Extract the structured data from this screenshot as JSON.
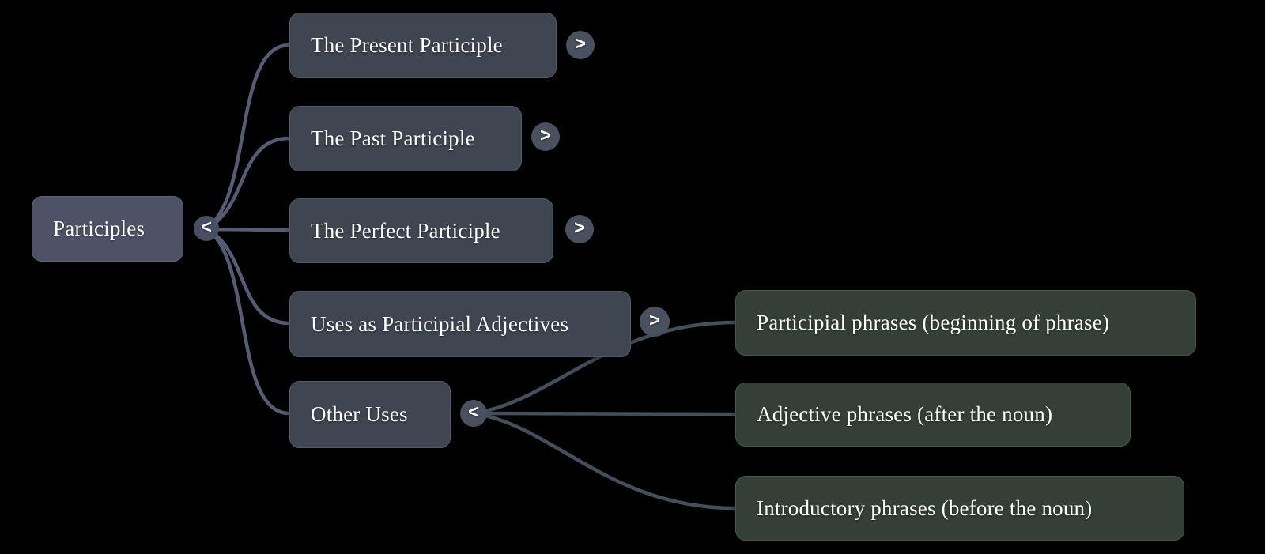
{
  "theme": {
    "background": "#000000",
    "root-fill": "#4f5267",
    "root-border": "#60647b",
    "root-button-fill": "#4a4e62",
    "child-fill": "#3f4652",
    "child-border": "#525a68",
    "child-button-fill": "#49515e",
    "leaf-fill": "#344037",
    "leaf-border": "#47564b",
    "edge-left": "#575c74",
    "edge-right": "#454e5b",
    "text-color": "#ffffff"
  },
  "diagram": {
    "root": {
      "label": "Participles",
      "toggle": "<"
    },
    "children": [
      {
        "label": "The Present Participle",
        "toggle": ">"
      },
      {
        "label": "The Past Participle",
        "toggle": ">"
      },
      {
        "label": "The Perfect Participle",
        "toggle": ">"
      },
      {
        "label": "Uses as Participial Adjectives",
        "toggle": ">"
      },
      {
        "label": "Other Uses",
        "toggle": "<"
      }
    ],
    "leaves": [
      {
        "label": "Participial phrases (beginning of phrase)"
      },
      {
        "label": "Adjective phrases (after the noun)"
      },
      {
        "label": "Introductory phrases (before the noun)"
      }
    ]
  }
}
